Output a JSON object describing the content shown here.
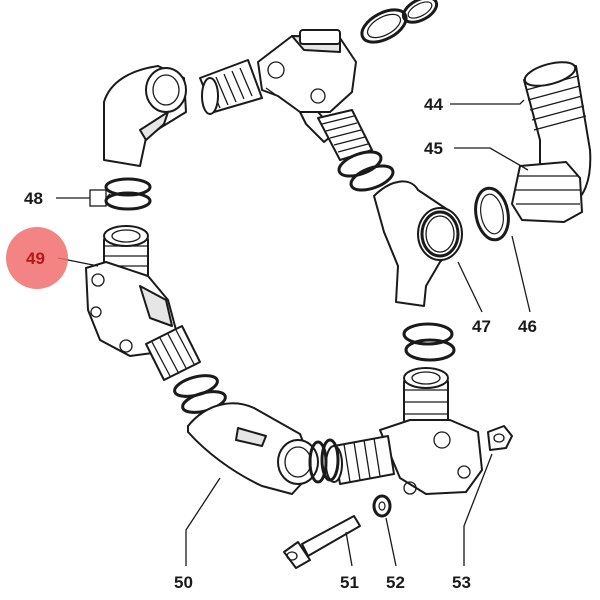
{
  "callouts": {
    "c44": "44",
    "c45": "45",
    "c46": "46",
    "c47": "47",
    "c48": "48",
    "c49": "49",
    "c50": "50",
    "c51": "51",
    "c52": "52",
    "c53": "53"
  },
  "highlight_color": "#f26d6d"
}
